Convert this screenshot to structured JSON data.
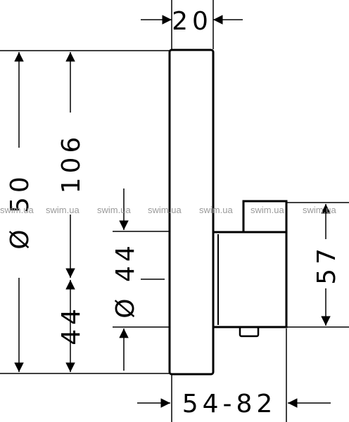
{
  "dimensions": {
    "top_width": "20",
    "total_height": "Ø 50",
    "plate_height": "106",
    "lower_height": "44",
    "spindle_diameter": "Ø 44",
    "right_height": "57",
    "depth_range": "54-82"
  },
  "watermark": {
    "items": [
      "swim.ua",
      "swim.ua",
      "swim.ua",
      "swim.ua",
      "swim.ua",
      "swim.ua",
      "swim.ua"
    ]
  },
  "colors": {
    "line": "#000000",
    "watermark": "#9a9a9a"
  }
}
